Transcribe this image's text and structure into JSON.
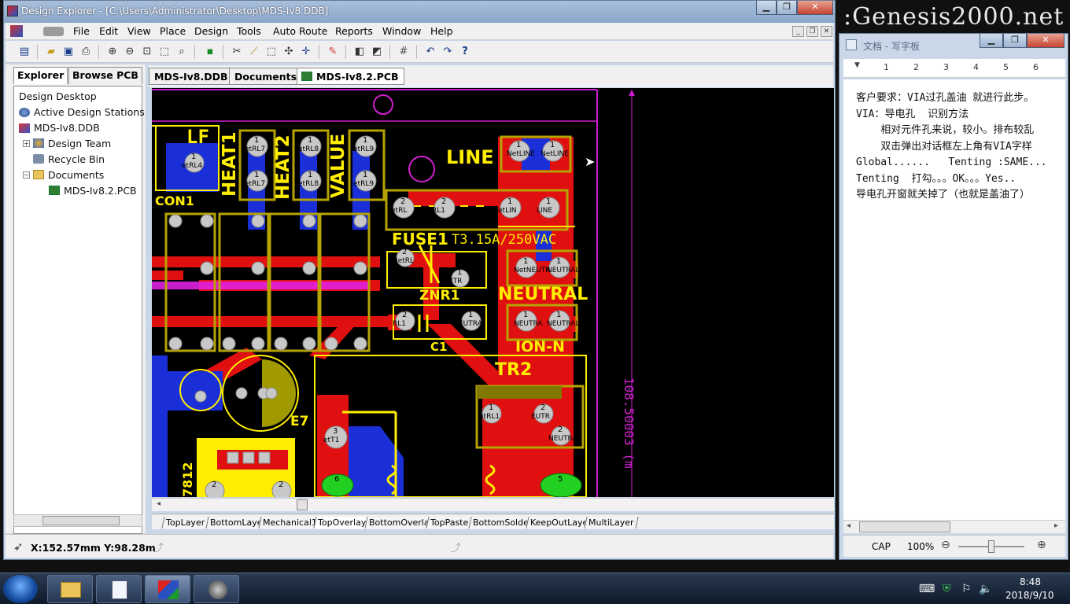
{
  "watermark": ":Genesis2000.net",
  "main_window": {
    "title": "Design Explorer - [C:\\Users\\Administrator\\Desktop\\MDS-Iv8.DDB]",
    "controls": {
      "minimize": "▁",
      "maximize": "❐",
      "close": "✕"
    }
  },
  "menubar": {
    "items": [
      "File",
      "Edit",
      "View",
      "Place",
      "Design",
      "Tools",
      "Auto Route",
      "Reports",
      "Window",
      "Help"
    ],
    "mdi": {
      "minimize": "_",
      "restore": "❐",
      "close": "✕"
    }
  },
  "explorer": {
    "tabs": [
      "Explorer",
      "Browse PCB"
    ],
    "tree": [
      "Design Desktop",
      "Active Design Stations",
      "MDS-Iv8.DDB",
      "Design Team",
      "Recycle Bin",
      "Documents",
      "MDS-Iv8.2.PCB"
    ]
  },
  "doc_tabs": [
    "MDS-Iv8.DDB",
    "Documents",
    "MDS-Iv8.2.PCB"
  ],
  "pcb": {
    "labels": {
      "lf": "LF",
      "heat1": "HEAT1",
      "heat2": "HEAT2",
      "value": "VALUE",
      "line": "LINE",
      "con1": "CON1",
      "fuse1": "FUSE1",
      "fuse_rating": "T3.15A/250VAC",
      "znr1": "ZNR1",
      "neutral": "NEUTRAL",
      "c1": "C1",
      "ion_n": "ION-N",
      "tr2": "TR2",
      "e7": "E7",
      "ic": "7812",
      "dimension": "108.50003 (m"
    },
    "pads": [
      {
        "num": "1",
        "net": "etRL4"
      },
      {
        "num": "1",
        "net": "etRL7"
      },
      {
        "num": "1",
        "net": "etRL7"
      },
      {
        "num": "1",
        "net": "etRL8"
      },
      {
        "num": "1",
        "net": "etRL8"
      },
      {
        "num": "1",
        "net": "etRL9"
      },
      {
        "num": "1",
        "net": "etRL9"
      },
      {
        "num": "1",
        "net": "NetLINE"
      },
      {
        "num": "1",
        "net": "NetLINE"
      },
      {
        "num": "2",
        "net": "etRL"
      },
      {
        "num": "2",
        "net": "RL1"
      },
      {
        "num": "1",
        "net": "etLIN"
      },
      {
        "num": "1",
        "net": "LINE"
      },
      {
        "num": "2",
        "net": "NetRL"
      },
      {
        "num": "1",
        "net": "UTR"
      },
      {
        "num": "1",
        "net": "NetNEUTR"
      },
      {
        "num": "1",
        "net": "NEUTRAL"
      },
      {
        "num": "2",
        "net": "RL1"
      },
      {
        "num": "1",
        "net": "EUTRA"
      },
      {
        "num": "1",
        "net": "NEUTRA"
      },
      {
        "num": "1",
        "net": "NEUTRAL"
      },
      {
        "num": "3",
        "net": "etT1"
      },
      {
        "num": "1",
        "net": "etRL1"
      },
      {
        "num": "2",
        "net": "EUTR"
      },
      {
        "num": "2",
        "net": "NEUTRA"
      },
      {
        "num": "6",
        "net": ""
      },
      {
        "num": "5",
        "net": ""
      },
      {
        "num": "2",
        "net": ""
      },
      {
        "num": "2",
        "net": ""
      }
    ]
  },
  "layer_tabs": [
    "TopLayer",
    "BottomLayer",
    "Mechanical1",
    "TopOverlay",
    "BottomOverlay",
    "TopPaste",
    "BottomSolder",
    "KeepOutLayer",
    "MultiLayer"
  ],
  "active_layer": "TopOverlay",
  "status": {
    "coords": "X:152.57mm Y:98.28m"
  },
  "wordpad": {
    "title": "文档 - 写字板",
    "ruler_marks": [
      "1",
      "2",
      "3",
      "4",
      "5",
      "6"
    ],
    "lines": [
      "客户要求：VIA过孔盖油 就进行此步。",
      "VIA：导电孔  识别方法",
      "    相对元件孔来说，较小。排布较乱",
      "    双击弹出对话框左上角有VIA字样",
      "Global......   Tenting :SAME...",
      "Tenting  打勾。。。OK。。。Yes..",
      "导电孔开窗就关掉了（也就是盖油了）"
    ],
    "cap": "CAP",
    "zoom": "100%",
    "zoom_fraction": 0.5
  },
  "taskbar": {
    "time": "8:48",
    "date": "2018/9/10"
  }
}
